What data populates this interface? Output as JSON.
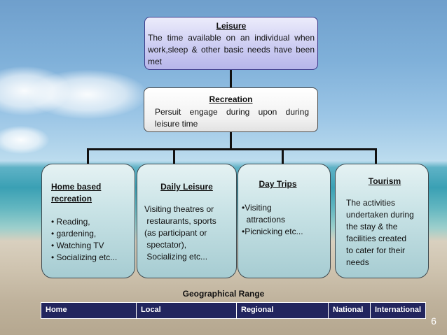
{
  "leisure": {
    "title": "Leisure",
    "description": "The time available on an individual when work,sleep & other basic needs have been met"
  },
  "recreation": {
    "title": "Recreation",
    "description": "Persuit engage during upon during leisure time"
  },
  "categories": [
    {
      "title_line1": "Home based",
      "title_line2": "recreation",
      "items": [
        "• Reading,",
        "• gardening,",
        "• Watching TV",
        "• Socializing etc..."
      ]
    },
    {
      "title": "Daily Leisure",
      "lines": [
        "Visiting theatres or",
        " restaurants, sports",
        "(as participant or",
        " spectator),",
        " Socializing etc..."
      ]
    },
    {
      "title": "Day Trips",
      "lines": [
        "•Visiting",
        "  attractions",
        "•Picnicking etc..."
      ]
    },
    {
      "title": "Tourism",
      "lines": [
        "The activities",
        "undertaken during",
        "the stay & the",
        "facilities created",
        "to cater for their",
        "needs"
      ]
    }
  ],
  "geographical_range": {
    "title": "Geographical Range",
    "segments": [
      "Home",
      "Local",
      "Regional",
      "National",
      "International"
    ]
  },
  "page_number": "6"
}
